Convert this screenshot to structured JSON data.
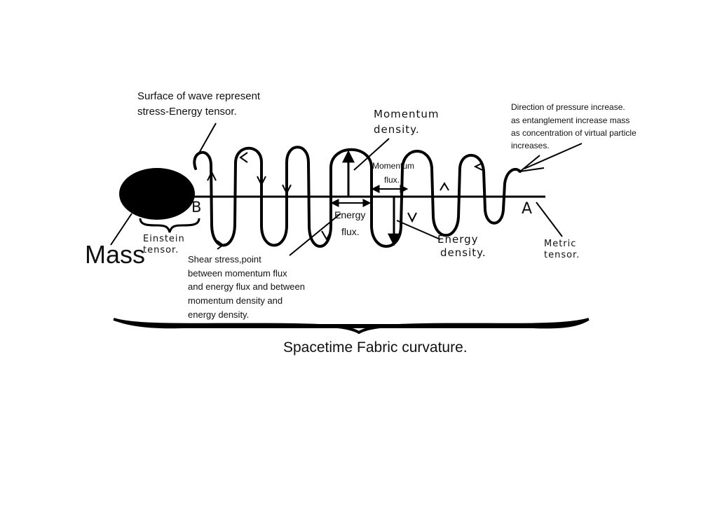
{
  "labels": {
    "surface_wave": [
      "Surface of wave represent",
      "stress-Energy tensor."
    ],
    "momentum_density": [
      "Momentum",
      "density."
    ],
    "momentum_flux": [
      "Momentum",
      "flux."
    ],
    "energy_flux": [
      "Energy",
      "flux."
    ],
    "energy_density": [
      "Energy",
      "density."
    ],
    "direction_pressure": [
      "Direction of pressure increase.",
      "as entanglement increase mass",
      "as concentration of virtual particle",
      "increases."
    ],
    "point_b": "B",
    "point_a": "A",
    "einstein_tensor": [
      "Einstein",
      "tensor."
    ],
    "mass": "Mass",
    "metric_tensor": [
      "Metric",
      "tensor."
    ],
    "shear_stress": [
      "Shear stress,point",
      "between momentum flux",
      "and energy flux and between",
      "momentum density and",
      "energy density."
    ],
    "spacetime": "Spacetime Fabric curvature."
  },
  "colors": {
    "ink": "#000000",
    "background": "#ffffff"
  }
}
